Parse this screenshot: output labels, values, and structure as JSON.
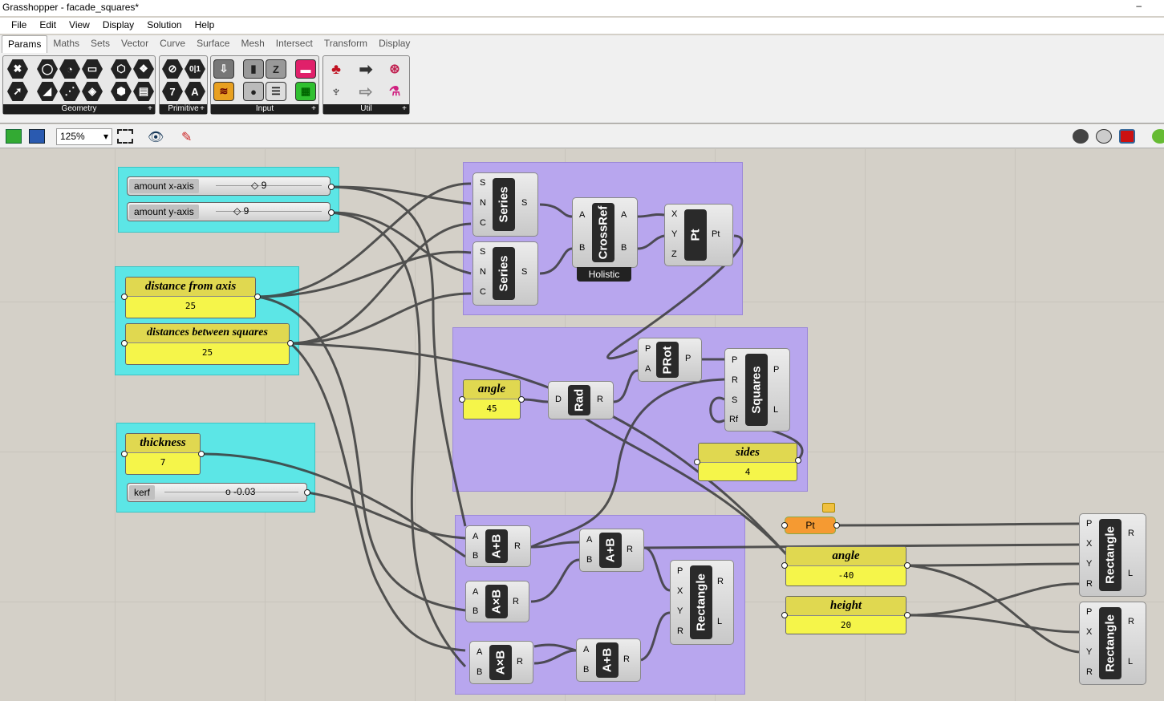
{
  "window": {
    "title": "Grasshopper - facade_squares*",
    "minimize": "–"
  },
  "menu": [
    "File",
    "Edit",
    "View",
    "Display",
    "Solution",
    "Help"
  ],
  "tabs": [
    "Params",
    "Maths",
    "Sets",
    "Vector",
    "Curve",
    "Surface",
    "Mesh",
    "Intersect",
    "Transform",
    "Display"
  ],
  "ribbon": {
    "groups": [
      "Geometry",
      "Primitive",
      "Input",
      "Util"
    ],
    "expand": "+",
    "primitive_icons": [
      "0|1",
      "7",
      "A"
    ]
  },
  "toolbar": {
    "zoom": "125%"
  },
  "sliders": {
    "amount_x": {
      "label": "amount x-axis",
      "value": "9"
    },
    "amount_y": {
      "label": "amount y-axis",
      "value": "9"
    },
    "kerf": {
      "label": "kerf",
      "value": "-0.03"
    }
  },
  "panels": {
    "distance_from_axis": {
      "title": "distance from axis",
      "value": "25"
    },
    "distances_between": {
      "title": "distances between squares",
      "value": "25"
    },
    "thickness": {
      "title": "thickness",
      "value": "7"
    },
    "angle1": {
      "title": "angle",
      "value": "45"
    },
    "sides": {
      "title": "sides",
      "value": "4"
    },
    "angle2": {
      "title": "angle",
      "value": "-40"
    },
    "height": {
      "title": "height",
      "value": "20"
    }
  },
  "components": {
    "series": {
      "name": "Series",
      "inputs": [
        "S",
        "N",
        "C"
      ],
      "output": "S"
    },
    "crossref": {
      "name": "CrossRef",
      "inputs": [
        "A",
        "B"
      ],
      "outputs": [
        "A",
        "B"
      ],
      "mode": "Holistic"
    },
    "pt": {
      "name": "Pt",
      "inputs": [
        "X",
        "Y",
        "Z"
      ],
      "output": "Pt"
    },
    "prot": {
      "name": "PRot",
      "inputs": [
        "P",
        "A"
      ],
      "output": "P"
    },
    "rad": {
      "name": "Rad",
      "input": "D",
      "output": "R"
    },
    "squares": {
      "name": "Squares",
      "inputs": [
        "P",
        "R",
        "S",
        "Rf"
      ],
      "outputs": [
        "P",
        "L"
      ]
    },
    "add": {
      "name": "A+B",
      "inputs": [
        "A",
        "B"
      ],
      "output": "R"
    },
    "mul": {
      "name": "A×B",
      "inputs": [
        "A",
        "B"
      ],
      "output": "R"
    },
    "rectangle": {
      "name": "Rectangle",
      "inputs": [
        "P",
        "X",
        "Y",
        "R"
      ],
      "outputs": [
        "R",
        "L"
      ]
    },
    "pt_param": {
      "name": "Pt"
    }
  }
}
